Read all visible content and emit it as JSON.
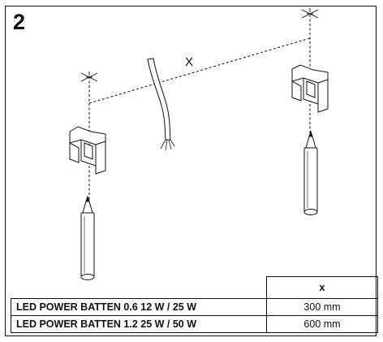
{
  "step": {
    "number": "2"
  },
  "diagram": {
    "distance_label": "X"
  },
  "table": {
    "header": "x",
    "rows": [
      {
        "product": "LED POWER BATTEN 0.6 12 W / 25 W",
        "value": "300 mm"
      },
      {
        "product": "LED POWER BATTEN 1.2 25 W / 50 W",
        "value": "600 mm"
      }
    ]
  }
}
